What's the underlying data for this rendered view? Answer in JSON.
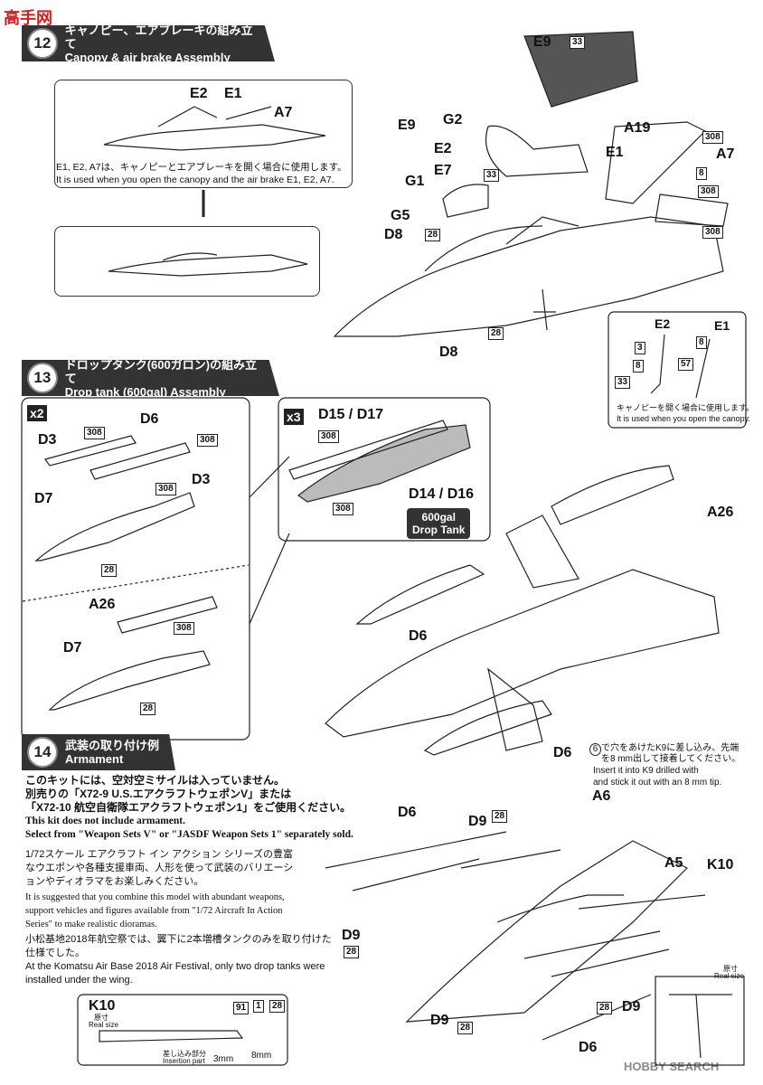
{
  "watermark_top": "高手网",
  "watermark_bottom": "HOBBY SEARCH",
  "step12": {
    "num": "12",
    "jp": "キャノピー、エアブレーキの組み立て",
    "en": "Canopy & air brake Assembly",
    "inset_labels": [
      "E2",
      "E1",
      "A7"
    ],
    "inset_note_jp": "E1, E2, A7は、キャノピーとエアブレーキを開く場合に使用します。",
    "inset_note_en": "It is used when you open the canopy and the air brake E1, E2, A7.",
    "parts": {
      "E9": "E9",
      "G2": "G2",
      "A19": "A19",
      "E2": "E2",
      "E1": "E1",
      "A7": "A7",
      "E7": "E7",
      "G1": "G1",
      "G5": "G5",
      "D8a": "D8",
      "D8b": "D8",
      "E9top": "E9"
    },
    "tags": {
      "t33a": "33",
      "t308a": "308",
      "t8a": "8",
      "t308b": "308",
      "t33b": "33",
      "t28a": "28",
      "t308c": "308",
      "t28b": "28"
    },
    "detail": {
      "E2": "E2",
      "E1": "E1",
      "t3": "3",
      "t8a": "8",
      "t8b": "8",
      "t57": "57",
      "t33": "33",
      "note_jp": "キャノピーを開く場合に使用します。",
      "note_en": "It is used when you open the canopy."
    }
  },
  "step13": {
    "num": "13",
    "jp": "ドロップタンク(600ガロン)の組み立て",
    "en": "Drop tank (600gal) Assembly",
    "left": {
      "mult": "x2",
      "labels": {
        "D6": "D6",
        "D3a": "D3",
        "D3b": "D3",
        "D7a": "D7",
        "A26": "A26",
        "D7b": "D7"
      },
      "tags": {
        "t308a": "308",
        "t308b": "308",
        "t308c": "308",
        "t28a": "28",
        "t308d": "308",
        "t28b": "28"
      }
    },
    "mid": {
      "mult": "x3",
      "top": "D15 / D17",
      "bottom": "D14 / D16",
      "tag_a": "308",
      "tag_b": "308",
      "badge_line1": "600gal",
      "badge_line2": "Drop Tank"
    },
    "right": {
      "A26": "A26",
      "D6a": "D6",
      "D6b": "D6"
    }
  },
  "step14": {
    "num": "14",
    "jp": "武装の取り付け例",
    "en": "Armament",
    "line1": "このキットには、空対空ミサイルは入っていません。",
    "line2": "別売りの「X72-9 U.S.エアクラフトウェポンV」または",
    "line3": "「X72-10 航空自衛隊エアクラフトウェポン1」をご使用ください。",
    "line4": "This kit does not include armament.",
    "line5": "Select from \"Weapon Sets V\" or \"JASDF Weapon Sets 1\" separately sold.",
    "jp2": "1/72スケール エアクラフト イン アクション シリーズの豊富なウエポンや各種支援車両、人形を使って武装のバリエーションやディオラマをお楽しみください。",
    "en2": "It is suggested that you combine this model with abundant weapons, support vehicles and figures available from \"1/72 Aircraft In Action Series\" to make realistic dioramas.",
    "komatsu_jp": "小松基地2018年航空祭では、翼下に2本増槽タンクのみを取り付けた仕様でした。",
    "komatsu_en": "At the Komatsu Air Base 2018 Air Festival, only two drop tanks were installed under the wing.",
    "k9_jp": "で穴をあけたK9に差し込み、先端を8 mm出して接着してください。",
    "k9_en1": "Insert it into K9 drilled with",
    "k9_en2": "and stick it out with an 8 mm tip.",
    "circ6": "6",
    "labels": {
      "D6a": "D6",
      "D9a": "D9",
      "A6": "A6",
      "A5": "A5",
      "K10": "K10",
      "D9b": "D9",
      "D9c": "D9",
      "D9d": "D9",
      "D6b": "D6"
    },
    "tags": {
      "t28a": "28",
      "t28b": "28",
      "t28c": "28",
      "t28d": "28"
    },
    "k10box": {
      "title": "K10",
      "real": "原寸",
      "real_en": "Real size",
      "t91": "91",
      "t1": "1",
      "t28": "28",
      "insert_jp": "差し込み部分",
      "insert_en": "Insertion part",
      "d3": "3mm",
      "d8": "8mm"
    },
    "realsize_jp": "原寸",
    "realsize_en": "Real size"
  }
}
